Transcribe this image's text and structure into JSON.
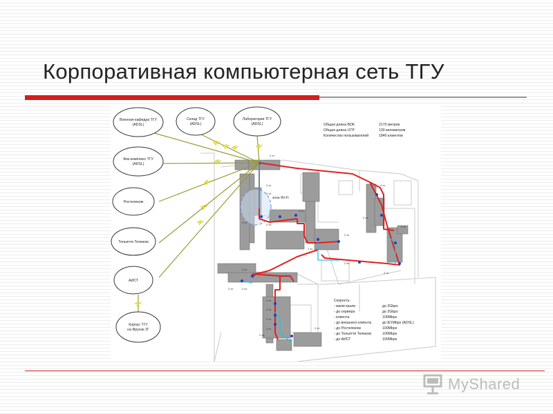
{
  "slide": {
    "title": "Корпоративная компьютерная сеть ТГУ"
  },
  "clouds": [
    {
      "line1": "Военная кафедра ТГУ",
      "line2": "(ADSL)"
    },
    {
      "line1": "Склад ТГУ",
      "line2": "(ADSL)"
    },
    {
      "line1": "Лаборатория ТГУ",
      "line2": "(ADSL)"
    },
    {
      "line1": "Физ.комплекс ТГУ",
      "line2": "(ADSL)"
    },
    {
      "line1": "Ростелеком",
      "line2": ""
    },
    {
      "line1": "Тольятти Телеком",
      "line2": ""
    },
    {
      "line1": "АИСТ",
      "line2": ""
    },
    {
      "line1": "Корпус ТГУ",
      "line2": "на Фрунзе 2Г"
    }
  ],
  "stats": [
    {
      "label": "Общая длина ВОК",
      "value": "2170 метров"
    },
    {
      "label": "Общая длина UTP",
      "value": "130 километров"
    },
    {
      "label": "Количество пользователей",
      "value": "1840 клиентов"
    }
  ],
  "speeds": {
    "heading": "Скорость:",
    "rows": [
      {
        "label": "- магистрали",
        "value": "до 2Gbps"
      },
      {
        "label": "- до сервера",
        "value": "до 2Gbps"
      },
      {
        "label": "- клиента",
        "value": "100Mbps"
      },
      {
        "label": "- до внешнего клиента",
        "value": "до 8/1Mbps (ADSL)"
      },
      {
        "label": "- до Ростелеком",
        "value": "100Mbps"
      },
      {
        "label": "- до Тольятти Телеком",
        "value": "100Mbps"
      },
      {
        "label": "- до АИСТ",
        "value": "100Mbps"
      }
    ]
  },
  "wifi_label": "зона Wi-Fi",
  "floor_labels": [
    "2 эт.",
    "2 эт.",
    "2 эт.",
    "2 эт.",
    "4 эт.",
    "4 эт.",
    "2 эт.",
    "2 эт.",
    "2 эт.",
    "4 эт.",
    "2 эт.",
    "2 эт.",
    "2 эт.",
    "2 эт.",
    "2 эт.",
    "2 эт.",
    "2 эт.",
    "2 эт.",
    "4 эт.",
    "2 эт.",
    "2 эт.",
    "2 эт."
  ],
  "brand": {
    "name": "MyShared"
  },
  "colors": {
    "accent_red": "#d11f1f",
    "fiber": "#e02020",
    "utp": "#2cc0d8",
    "adsl_link": "#9a9a30",
    "lightning": "#f2ee2a",
    "building": "#9c9c9c"
  }
}
